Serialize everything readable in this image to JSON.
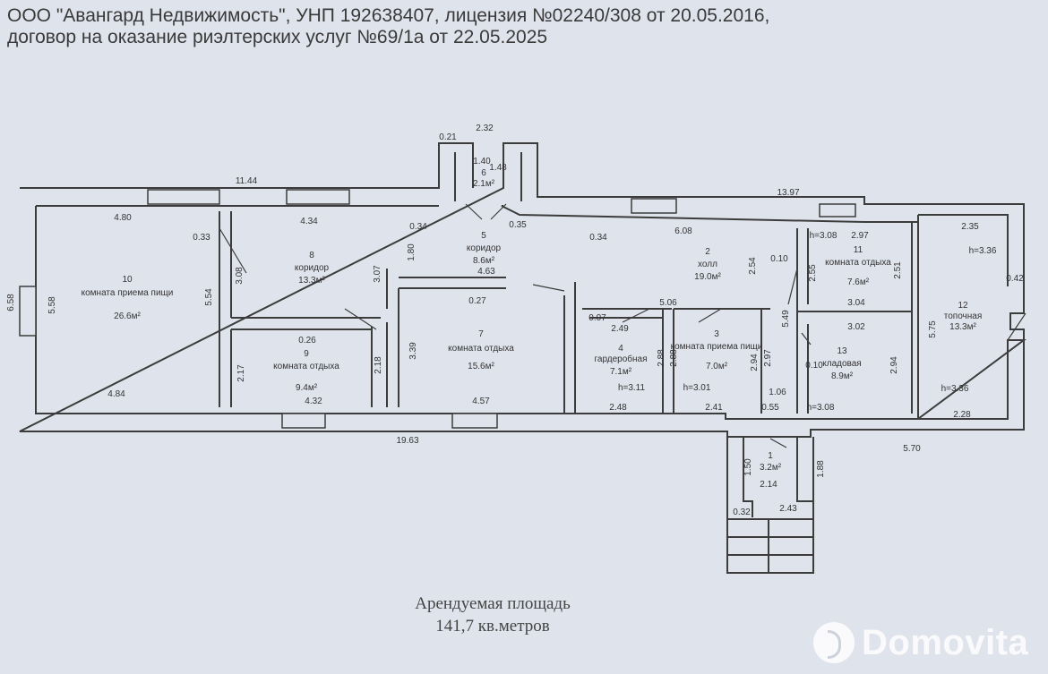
{
  "header": {
    "line1": "ООО \"Авангард Недвижимость\", УНП 192638407, лицензия №02240/308 от 20.05.2016,",
    "line2": "договор на оказание риэлтерских услуг №69/1а от 22.05.2025"
  },
  "caption": {
    "line1": "Арендуемая  площадь",
    "line2": "141,7 кв.метров"
  },
  "watermark": {
    "brand": "Domovita"
  },
  "rooms": [
    {
      "num": "1",
      "name": "",
      "area": "3.2м²"
    },
    {
      "num": "2",
      "name": "холл",
      "area": "19.0м²"
    },
    {
      "num": "3",
      "name": "комната приема пищи",
      "area": "7.0м²"
    },
    {
      "num": "4",
      "name": "гардеробная",
      "area": "7.1м²"
    },
    {
      "num": "5",
      "name": "коридор",
      "area": "8.6м²"
    },
    {
      "num": "6",
      "name": "",
      "area": "2.1м²"
    },
    {
      "num": "7",
      "name": "комната отдыха",
      "area": "15.6м²"
    },
    {
      "num": "8",
      "name": "коридор",
      "area": "13.3м²"
    },
    {
      "num": "9",
      "name": "комната отдыха",
      "area": "9.4м²"
    },
    {
      "num": "10",
      "name": "комната приема пищи",
      "area": "26.6м²"
    },
    {
      "num": "11",
      "name": "комната отдыха",
      "area": "7.6м²"
    },
    {
      "num": "12",
      "name": "топочная",
      "area": "13.3м²"
    },
    {
      "num": "13",
      "name": "кладовая",
      "area": "8.9м²"
    }
  ],
  "dimensions": [
    "11.44",
    "13.97",
    "19.63",
    "5.70",
    "2.32",
    "0.21",
    "1.40",
    "1.48",
    "4.80",
    "4.34",
    "0.34",
    "0.35",
    "6.08",
    "0.34",
    "2.35",
    "h=3.36",
    "0.33",
    "3.08",
    "1.80",
    "3.07",
    "h=3.08",
    "2.97",
    "0.10",
    "2.55",
    "2.54",
    "2.51",
    "6.58",
    "5.58",
    "5.54",
    "4.63",
    "0.27",
    "0.42",
    "5.06",
    "3.04",
    "0.07",
    "3.02",
    "5.49",
    "5.75",
    "0.26",
    "3.39",
    "2.17",
    "2.18",
    "2.49",
    "2.88",
    "2.88",
    "2.94",
    "2.97",
    "0.10",
    "2.94",
    "h=3.11",
    "h=3.01",
    "1.06",
    "h=3.36",
    "4.84",
    "4.32",
    "4.57",
    "2.48",
    "2.41",
    "0.55",
    "h=3.08",
    "2.28",
    "1.50",
    "2.14",
    "1.88",
    "0.32",
    "2.43"
  ]
}
